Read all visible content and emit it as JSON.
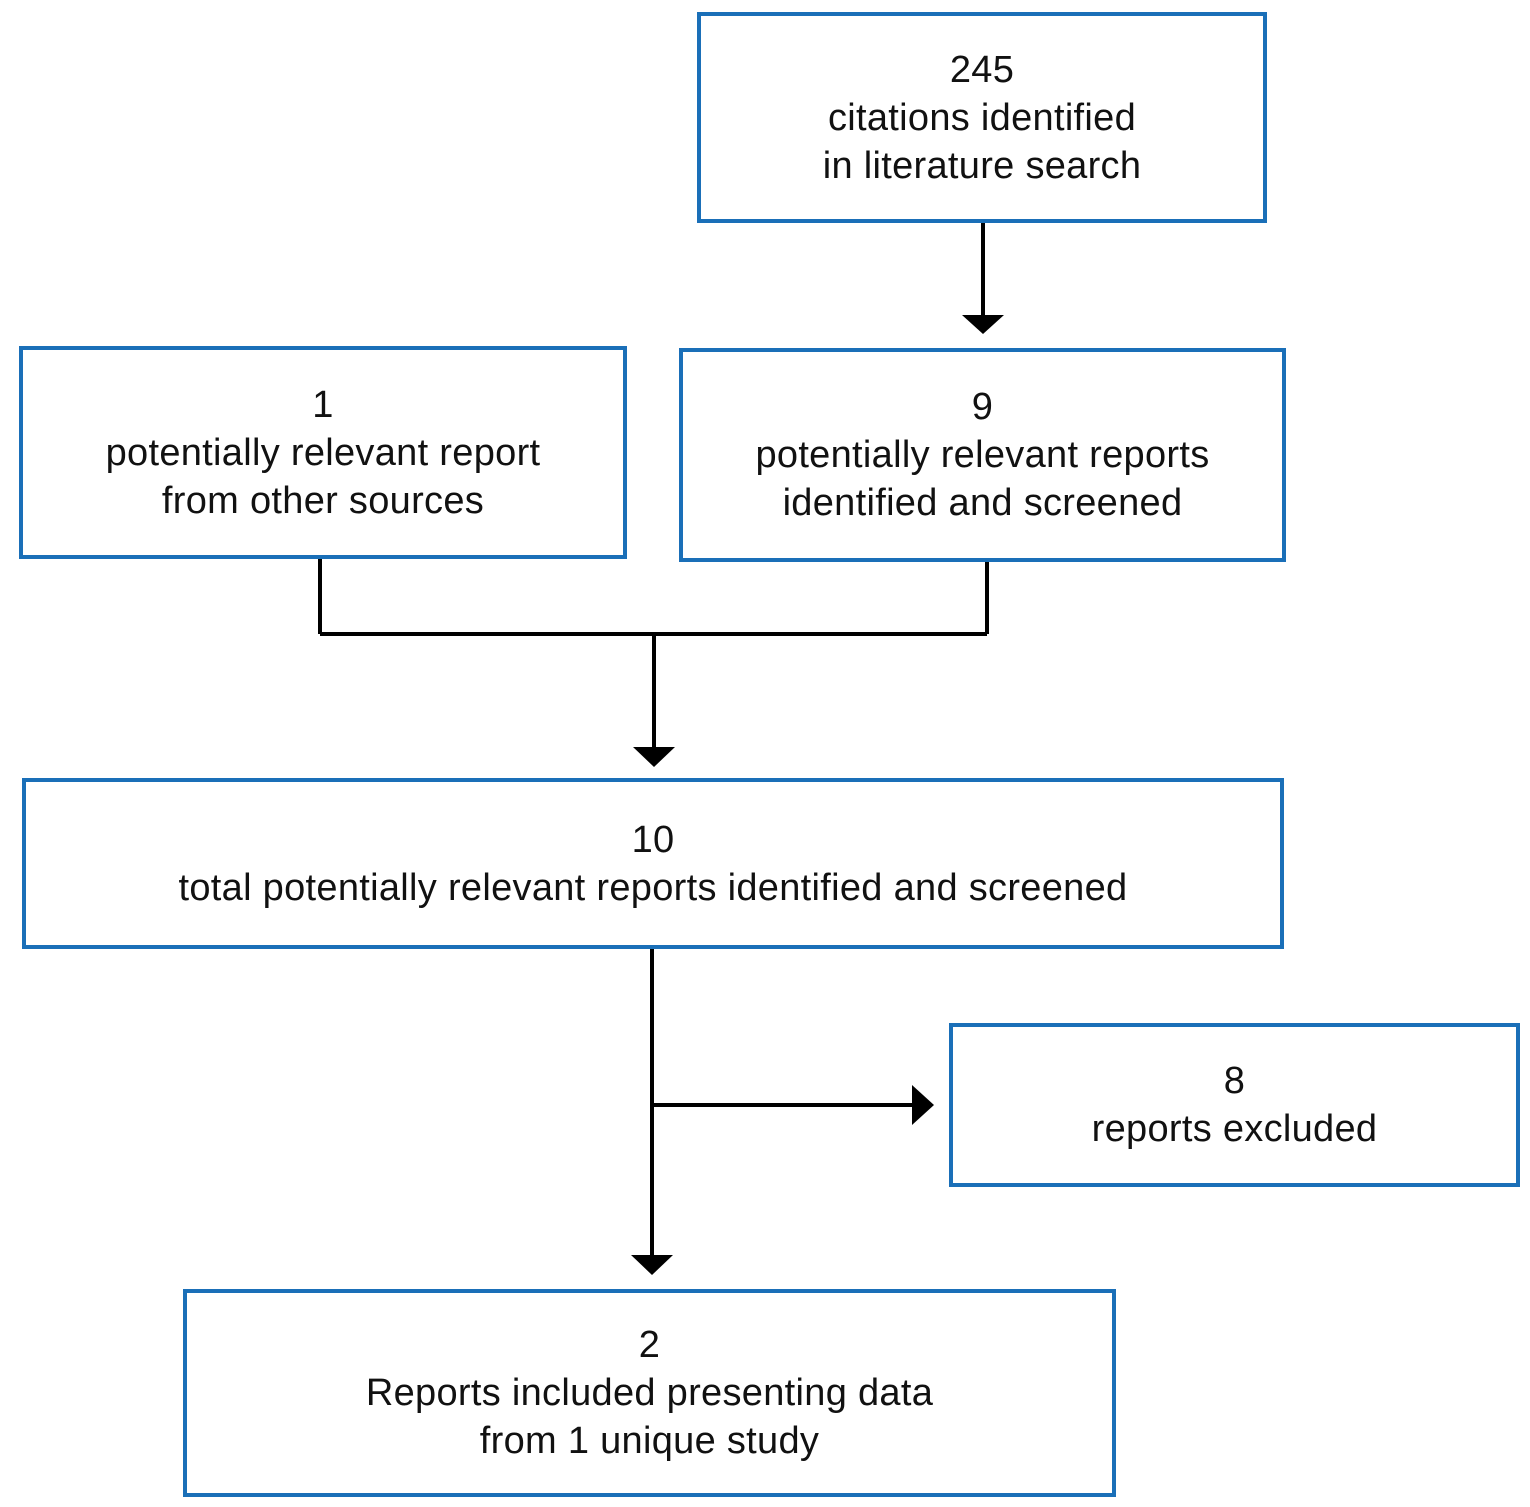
{
  "colors": {
    "box_border": "#1a6fb8",
    "connector": "#000000",
    "text": "#111111"
  },
  "boxes": {
    "literature_search": {
      "count": "245",
      "lines": [
        "citations identified",
        "in literature search"
      ]
    },
    "other_sources": {
      "count": "1",
      "lines": [
        "potentially relevant report",
        "from other sources"
      ]
    },
    "screened": {
      "count": "9",
      "lines": [
        "potentially relevant reports",
        "identified and screened"
      ]
    },
    "total": {
      "count": "10",
      "lines": [
        "total potentially relevant reports identified and screened"
      ]
    },
    "excluded": {
      "count": "8",
      "lines": [
        "reports excluded"
      ]
    },
    "included": {
      "count": "2",
      "lines": [
        "Reports included presenting data",
        "from 1 unique study"
      ]
    }
  }
}
